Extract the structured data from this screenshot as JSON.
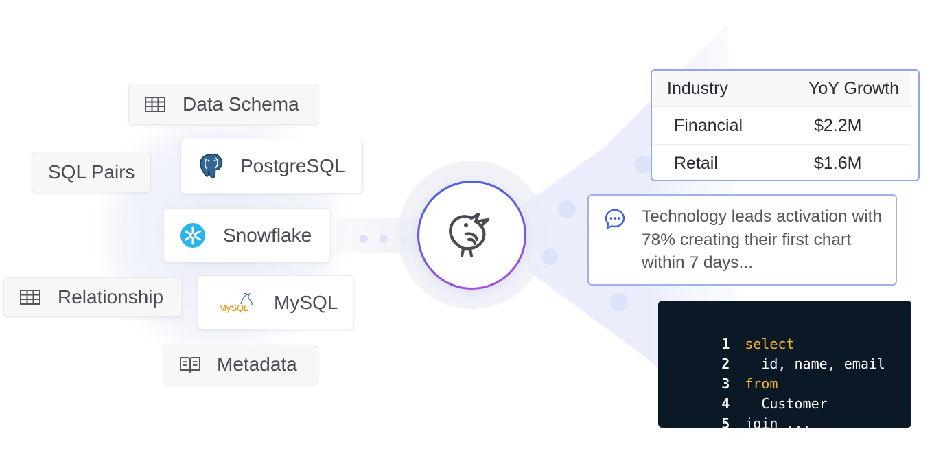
{
  "sources": {
    "data_schema": {
      "label": "Data Schema",
      "icon": "table-icon"
    },
    "postgresql": {
      "label": "PostgreSQL",
      "icon": "postgresql-logo"
    },
    "sql_pairs": {
      "label": "SQL Pairs"
    },
    "snowflake": {
      "label": "Snowflake",
      "icon": "snowflake-logo"
    },
    "relationship": {
      "label": "Relationship",
      "icon": "table-icon"
    },
    "mysql": {
      "label": "MySQL",
      "icon": "mysql-logo",
      "logo_text": "MySQL"
    },
    "metadata": {
      "label": "Metadata",
      "icon": "book-icon"
    }
  },
  "hub": {
    "icon": "bird-logo"
  },
  "result_table": {
    "headers": [
      "Industry",
      "YoY Growth"
    ],
    "rows": [
      [
        "Financial",
        "$2.2M"
      ],
      [
        "Retail",
        "$1.6M"
      ]
    ]
  },
  "insight": {
    "icon": "chat-bubble-icon",
    "text": "Technology leads activation with 78% creating their first chart within 7 days..."
  },
  "code": {
    "lines": [
      {
        "num": "1",
        "text": "select",
        "keyword": true
      },
      {
        "num": "2",
        "text": "  id, name, email",
        "keyword": false
      },
      {
        "num": "3",
        "text": "from",
        "keyword": true
      },
      {
        "num": "4",
        "text": "  Customer",
        "keyword": false
      },
      {
        "num": "5",
        "text": "join ...",
        "keyword": false
      }
    ]
  },
  "colors": {
    "accent_blue": "#3f63e6",
    "accent_purple": "#b44fd8",
    "code_bg": "#0b1826",
    "code_keyword": "#f7b52c",
    "card_border": "#8fa6ee",
    "snowflake": "#29b5e8"
  }
}
